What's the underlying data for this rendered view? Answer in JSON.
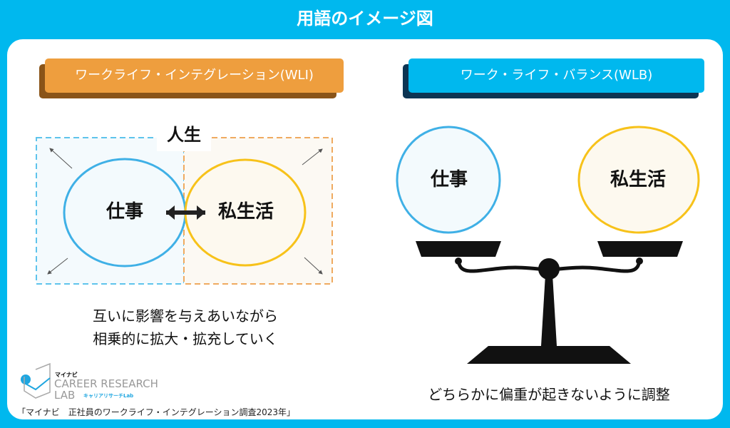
{
  "title": "用語のイメージ図",
  "wli": {
    "label": "ワークライフ・インテグレーション(WLI)",
    "life": "人生",
    "work": "仕事",
    "private": "私生活",
    "caption_line1": "互いに影響を与えあいながら",
    "caption_line2": "相乗的に拡大・拡充していく",
    "color": "#ee9e3e"
  },
  "wlb": {
    "label": "ワーク・ライフ・バランス(WLB)",
    "work": "仕事",
    "private": "私生活",
    "caption": "どちらかに偏重が起きないように調整",
    "color": "#00b8ee"
  },
  "logo": {
    "brand": "マイナビ",
    "line1": "CAREER RESEARCH",
    "line2": "LAB",
    "sub": "キャリアリサーチLab"
  },
  "source": "「マイナビ　正社員のワークライフ・インテグレーション調査2023年」"
}
